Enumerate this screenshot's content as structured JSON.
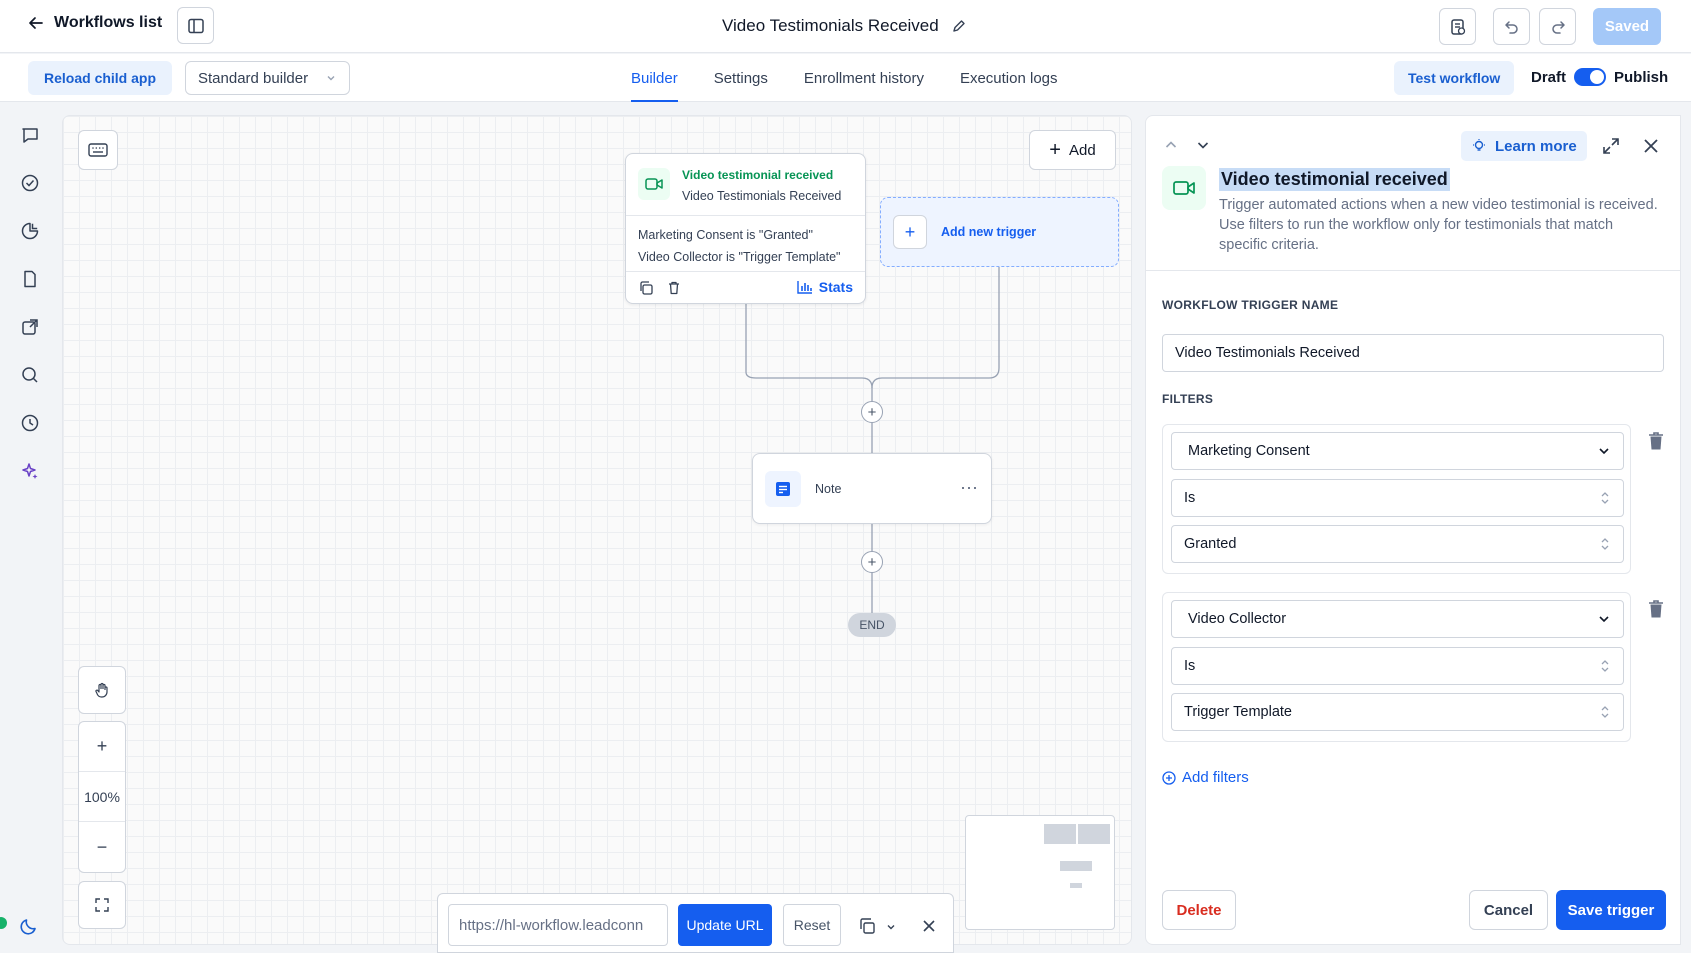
{
  "header": {
    "back_label": "Workflows list",
    "workflow_title": "Video Testimonials Received",
    "saved_label": "Saved"
  },
  "subbar": {
    "reload_label": "Reload child app",
    "builder_mode": "Standard builder",
    "tabs": [
      {
        "label": "Builder",
        "active": true
      },
      {
        "label": "Settings",
        "active": false
      },
      {
        "label": "Enrollment history",
        "active": false
      },
      {
        "label": "Execution logs",
        "active": false
      }
    ],
    "test_label": "Test workflow",
    "draft_label": "Draft",
    "publish_label": "Publish",
    "publish_on": true
  },
  "canvas": {
    "add_label": "Add",
    "trigger": {
      "type_label": "Video testimonial received",
      "name": "Video Testimonials Received",
      "conditions": [
        "Marketing Consent is \"Granted\"",
        "Video Collector is \"Trigger Template\""
      ],
      "stats_label": "Stats"
    },
    "new_trigger_label": "Add new trigger",
    "note_label": "Note",
    "end_label": "END",
    "zoom_level": "100%"
  },
  "urlbar": {
    "url_value": "https://hl-workflow.leadconn",
    "update_label": "Update URL",
    "reset_label": "Reset"
  },
  "panel": {
    "learn_more": "Learn more",
    "title": "Video testimonial received",
    "description": "Trigger automated actions when a new video testimonial is received. Use filters to run the workflow only for testimonials that match specific criteria.",
    "name_label": "WORKFLOW TRIGGER NAME",
    "name_value": "Video Testimonials Received",
    "filters_label": "FILTERS",
    "filters": [
      {
        "field": "Marketing Consent",
        "operator": "Is",
        "value": "Granted"
      },
      {
        "field": "Video Collector",
        "operator": "Is",
        "value": "Trigger Template"
      }
    ],
    "add_filters": "Add filters",
    "delete_label": "Delete",
    "cancel_label": "Cancel",
    "save_label": "Save trigger"
  },
  "colors": {
    "primary": "#155eef",
    "success": "#079455",
    "danger": "#d92d20"
  }
}
